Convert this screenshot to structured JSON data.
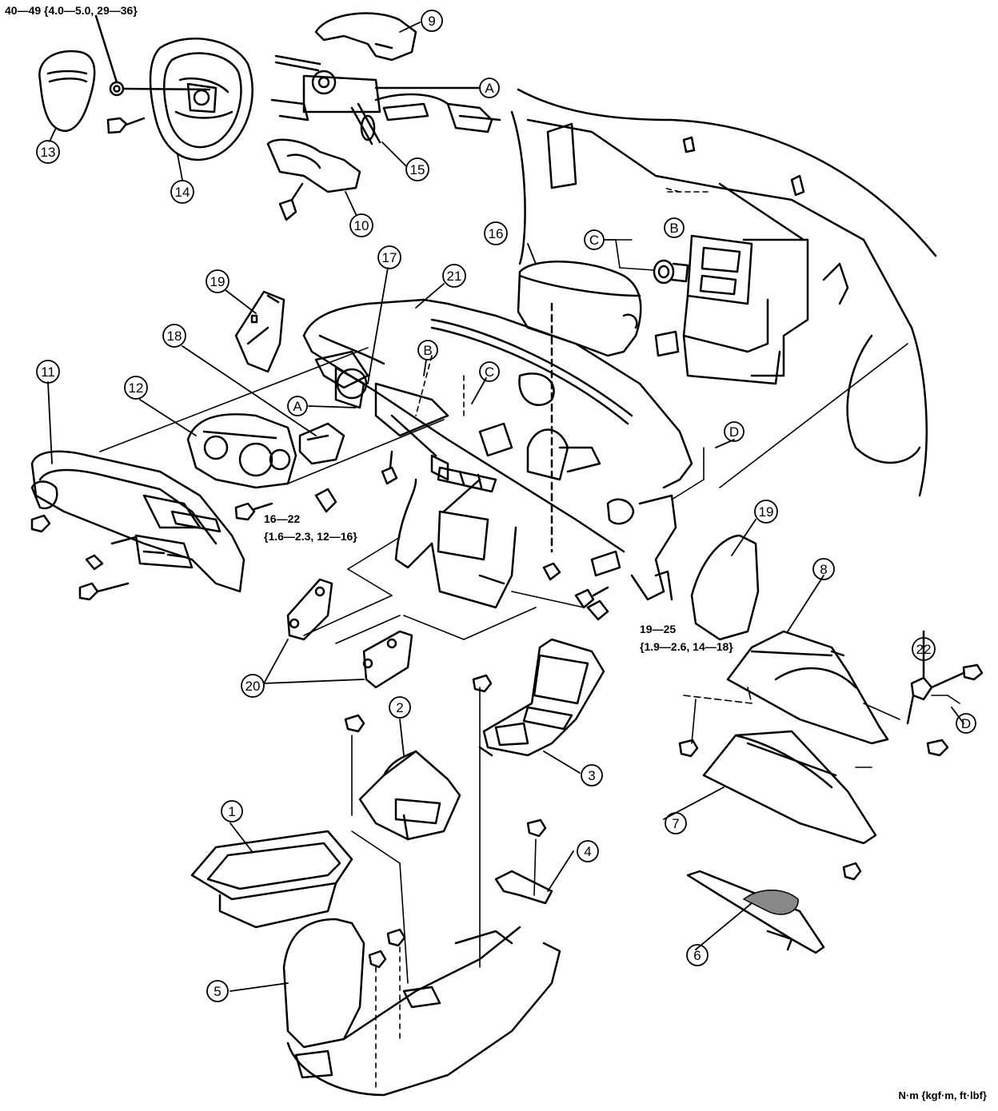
{
  "torque_specs": {
    "steering_wheel_nut": "40—49 {4.0—5.0, 29—36}",
    "dash_bolts_value": "16—22",
    "dash_bolts_paren": "{1.6—2.3, 12—16}",
    "lower_bolts_value": "19—25",
    "lower_bolts_paren": "{1.9—2.6, 14—18}"
  },
  "units_note": "N·m {kgf·m, ft·lbf}",
  "callouts": {
    "n1": "1",
    "n2": "2",
    "n3": "3",
    "n4": "4",
    "n5": "5",
    "n6": "6",
    "n7": "7",
    "n8": "8",
    "n9": "9",
    "n10": "10",
    "n11": "11",
    "n12": "12",
    "n13": "13",
    "n14": "14",
    "n15": "15",
    "n16": "16",
    "n17": "17",
    "n18": "18",
    "n19a": "19",
    "n19b": "19",
    "n20": "20",
    "n21": "21",
    "n22": "22",
    "A1": "A",
    "A2": "A",
    "B1": "B",
    "B2": "B",
    "C1": "C",
    "C2": "C",
    "D1": "D",
    "D2": "D"
  }
}
